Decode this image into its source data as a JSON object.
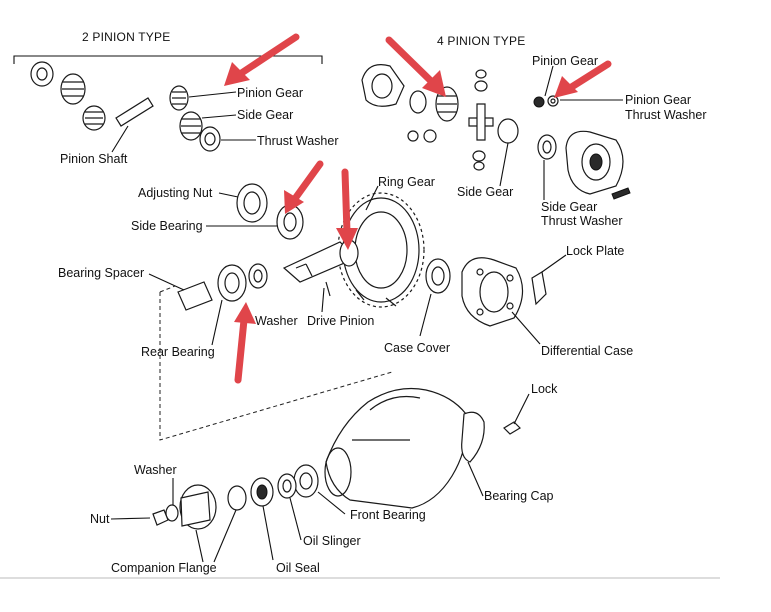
{
  "headers": {
    "two_pinion": "2 PINION TYPE",
    "four_pinion": "4 PINION TYPE"
  },
  "labels": {
    "pinion_gear_2": "Pinion Gear",
    "side_gear_2": "Side Gear",
    "thrust_washer_2": "Thrust Washer",
    "pinion_shaft": "Pinion Shaft",
    "pinion_gear_4": "Pinion Gear",
    "pinion_gear_thrust_washer_1": "Pinion Gear",
    "pinion_gear_thrust_washer_2": "Thrust Washer",
    "side_gear_4": "Side Gear",
    "side_gear_thrust_washer_1": "Side Gear",
    "side_gear_thrust_washer_2": "Thrust Washer",
    "adjusting_nut": "Adjusting Nut",
    "side_bearing": "Side Bearing",
    "ring_gear": "Ring Gear",
    "lock_plate": "Lock Plate",
    "bearing_spacer": "Bearing Spacer",
    "washer_mid": "Washer",
    "drive_pinion": "Drive Pinion",
    "rear_bearing": "Rear Bearing",
    "case_cover": "Case Cover",
    "differential_case": "Differential Case",
    "lock": "Lock",
    "washer_low": "Washer",
    "bearing_cap": "Bearing Cap",
    "front_bearing": "Front Bearing",
    "nut": "Nut",
    "oil_slinger": "Oil Slinger",
    "companion_flange": "Companion Flange",
    "oil_seal": "Oil Seal"
  },
  "colors": {
    "annotation_arrow": "#e0454a",
    "ink": "#1a1a1a",
    "background": "#ffffff"
  },
  "annotation_arrow_count": 6
}
